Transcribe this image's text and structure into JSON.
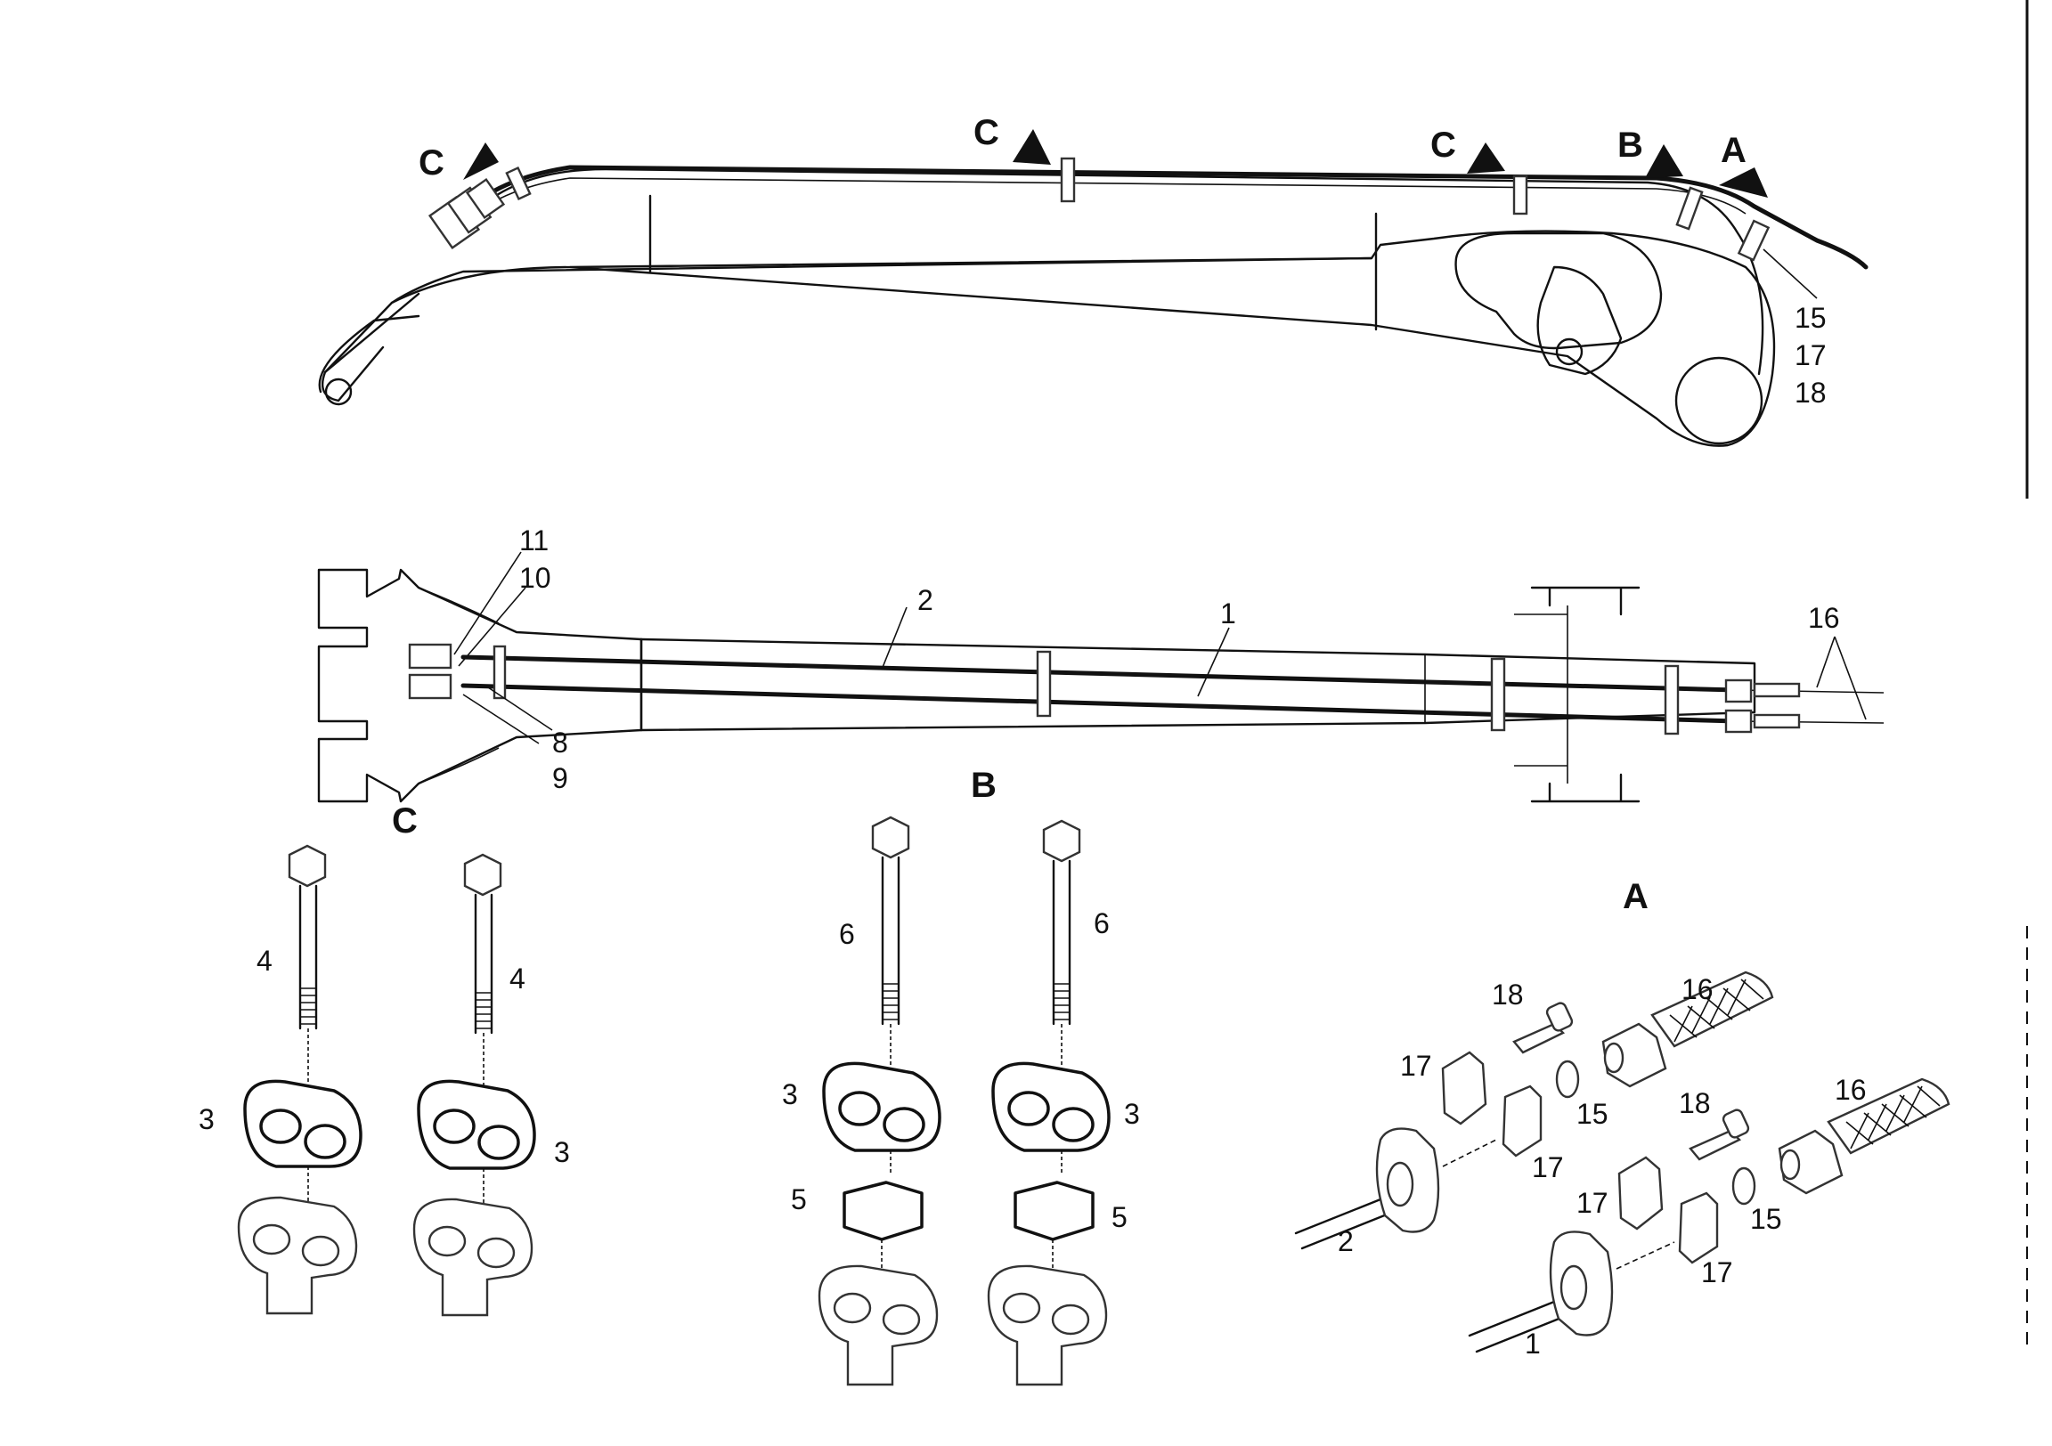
{
  "views": {
    "side": {
      "section_markers": [
        "C",
        "C",
        "C",
        "B",
        "A"
      ],
      "callouts": [
        "15",
        "17",
        "18"
      ]
    },
    "top": {
      "callouts": [
        "11",
        "10",
        "2",
        "1",
        "16",
        "8",
        "9"
      ],
      "view_label_b": "B",
      "view_label_c": "C"
    },
    "detail_c": {
      "callouts": [
        "4",
        "4",
        "3",
        "3"
      ]
    },
    "detail_b": {
      "callouts": [
        "6",
        "6",
        "3",
        "3",
        "5",
        "5"
      ]
    },
    "detail_a": {
      "title": "A",
      "callouts": [
        "18",
        "16",
        "17",
        "15",
        "17",
        "2",
        "18",
        "16",
        "17",
        "15",
        "17",
        "1"
      ]
    }
  },
  "colors": {
    "line": "#111111",
    "background": "#ffffff"
  }
}
